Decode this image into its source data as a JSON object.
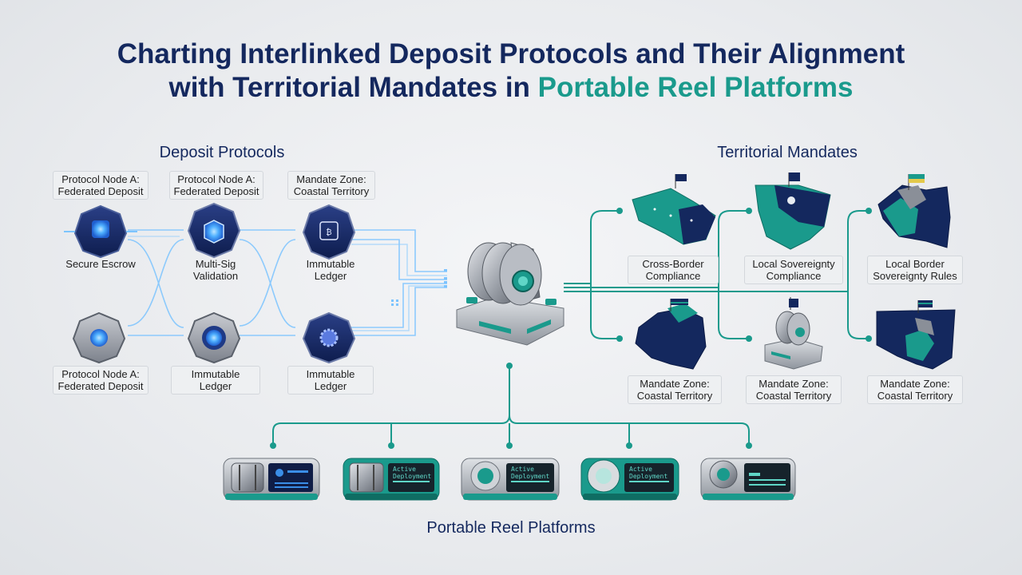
{
  "title": {
    "line1": "Charting Interlinked Deposit Protocols and Their Alignment",
    "line2_prefix": "with Territorial Mandates in ",
    "line2_accent": "Portable Reel Platforms"
  },
  "sections": {
    "deposit": "Deposit Protocols",
    "territorial": "Territorial Mandates",
    "platforms": "Portable Reel Platforms"
  },
  "deposit_nodes": {
    "top_labels": [
      {
        "l1": "Protocol Node A:",
        "l2": "Federated Deposit"
      },
      {
        "l1": "Protocol Node A:",
        "l2": "Federated Deposit"
      },
      {
        "l1": "Mandate Zone:",
        "l2": "Coastal Territory"
      }
    ],
    "row1_captions": [
      {
        "l1": "Secure Escrow",
        "l2": ""
      },
      {
        "l1": "Multi-Sig",
        "l2": "Validation"
      },
      {
        "l1": "Immutable",
        "l2": "Ledger"
      }
    ],
    "row2_labels": [
      {
        "l1": "Protocol Node A:",
        "l2": "Federated Deposit"
      },
      {
        "l1": "Immutable",
        "l2": "Ledger"
      },
      {
        "l1": "Immutable",
        "l2": "Ledger"
      }
    ]
  },
  "mandates": {
    "row1": [
      {
        "l1": "Cross-Border",
        "l2": "Compliance"
      },
      {
        "l1": "Local Sovereignty",
        "l2": "Compliance"
      },
      {
        "l1": "Local Border",
        "l2": "Sovereignty Rules"
      }
    ],
    "row2": [
      {
        "l1": "Mandate Zone:",
        "l2": "Coastal Territory"
      },
      {
        "l1": "Mandate Zone:",
        "l2": "Coastal Territory"
      },
      {
        "l1": "Mandate Zone:",
        "l2": "Coastal Territory"
      }
    ]
  },
  "platform_screens": [
    "Active",
    "Deployment"
  ],
  "colors": {
    "navy": "#14285e",
    "teal": "#1a9a8c",
    "glow": "#5ab8ff"
  }
}
